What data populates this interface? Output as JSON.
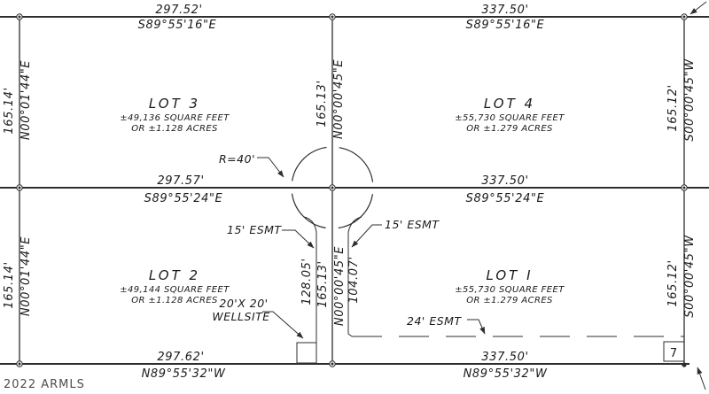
{
  "plat": {
    "watermark": "2022 ARMLS",
    "parcel_tag": "7",
    "lots": {
      "lot3": {
        "name": "LOT 3",
        "area": "±49,136 SQUARE FEET",
        "acres": "OR ±1.128 ACRES"
      },
      "lot4": {
        "name": "LOT 4",
        "area": "±55,730 SQUARE FEET",
        "acres": "OR ±1.279 ACRES"
      },
      "lot2": {
        "name": "LOT 2",
        "area": "±49,144 SQUARE FEET",
        "acres": "OR ±1.128 ACRES"
      },
      "lot1": {
        "name": "LOT I",
        "area": "±55,730 SQUARE FEET",
        "acres": "OR ±1.279 ACRES"
      }
    },
    "dims": {
      "top_left": {
        "distance": "297.52'",
        "bearing": "S89°55'16\"E"
      },
      "top_right": {
        "distance": "337.50'",
        "bearing": "S89°55'16\"E"
      },
      "mid_left": {
        "distance": "297.57'",
        "bearing": "S89°55'24\"E"
      },
      "mid_right": {
        "distance": "337.50'",
        "bearing": "S89°55'24\"E"
      },
      "bottom_left": {
        "distance": "297.62'",
        "bearing": "N89°55'32\"W"
      },
      "bottom_right": {
        "distance": "337.50'",
        "bearing": "N89°55'32\"W"
      },
      "left_upper": {
        "distance": "165.14'",
        "bearing": "N00°01'44\"E"
      },
      "left_lower": {
        "distance": "165.14'",
        "bearing": "N00°01'44\"E"
      },
      "right_upper": {
        "distance": "165.12'",
        "bearing": "S00°00'45\"W"
      },
      "right_lower": {
        "distance": "165.12'",
        "bearing": "S00°00'45\"W"
      },
      "center_upper": {
        "distance": "165.13'",
        "bearing": "N00°00'45\"E"
      },
      "center_lower": {
        "distance": "165.13'",
        "bearing": "N00°00'45\"E"
      },
      "esmt_left_len": "128.05'",
      "esmt_right_len": "104.07'"
    },
    "ann": {
      "radius": "R=40'",
      "esmt15_left": "15' ESMT",
      "esmt15_right": "15' ESMT",
      "esmt24": "24' ESMT",
      "wellsite_size": "20'X 20'",
      "wellsite_name": "WELLSITE"
    }
  },
  "colors": {
    "line": "#2e2e2e",
    "text": "#1a1a1a",
    "watermark": "#4d4d4d",
    "background": "#ffffff"
  }
}
